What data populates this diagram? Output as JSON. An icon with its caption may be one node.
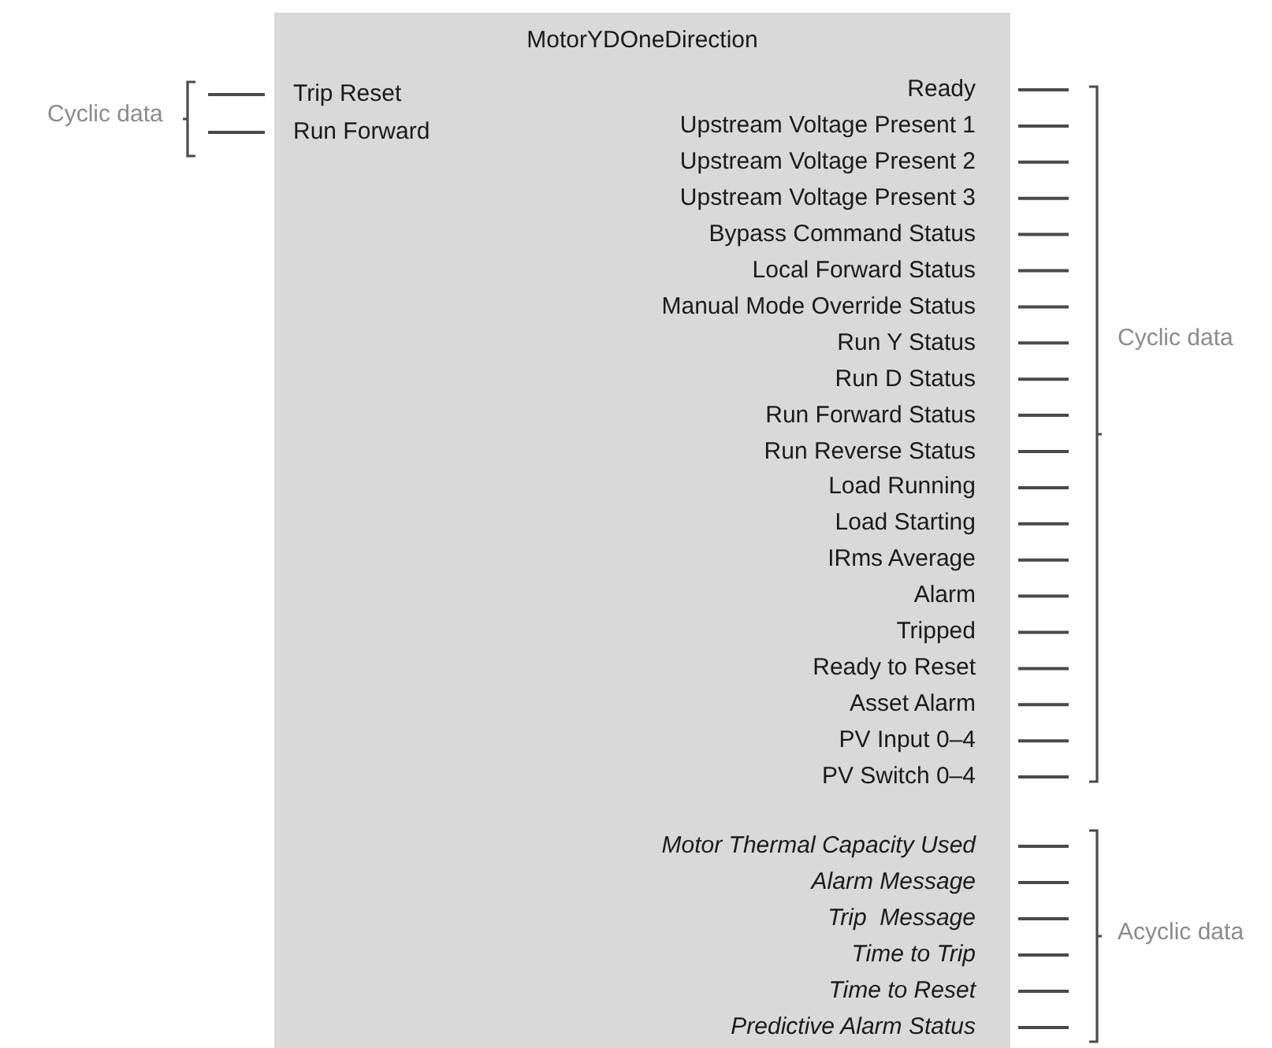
{
  "diagram": {
    "nodes": [
      {
        "text": [
          "MotorYDOneDirection"
        ]
      }
    ],
    "labels": [
      "Cyclic data",
      "Trip Reset",
      "Run Forward",
      "Ready",
      "Upstream Voltage Present 1",
      "Upstream Voltage Present 2",
      "Upstream Voltage Present 3",
      "Bypass Command Status",
      "Local Forward Status",
      "Manual Mode Override Status",
      "Run Y Status",
      "Run D Status",
      "Run Forward Status",
      "Run Reverse Status",
      "Load Running",
      "Load Starting",
      "IRms Average",
      "Alarm",
      "Tripped",
      "Ready to Reset",
      "Asset Alarm",
      "PV Input 0–4",
      "PV Switch 0–4",
      "Cyclic data",
      "Motor Thermal Capacity Used",
      "Alarm Message",
      "Trip  Message",
      "Time to Trip",
      "Time to Reset",
      "Predictive Alarm Status",
      "Acyclic data"
    ]
  }
}
